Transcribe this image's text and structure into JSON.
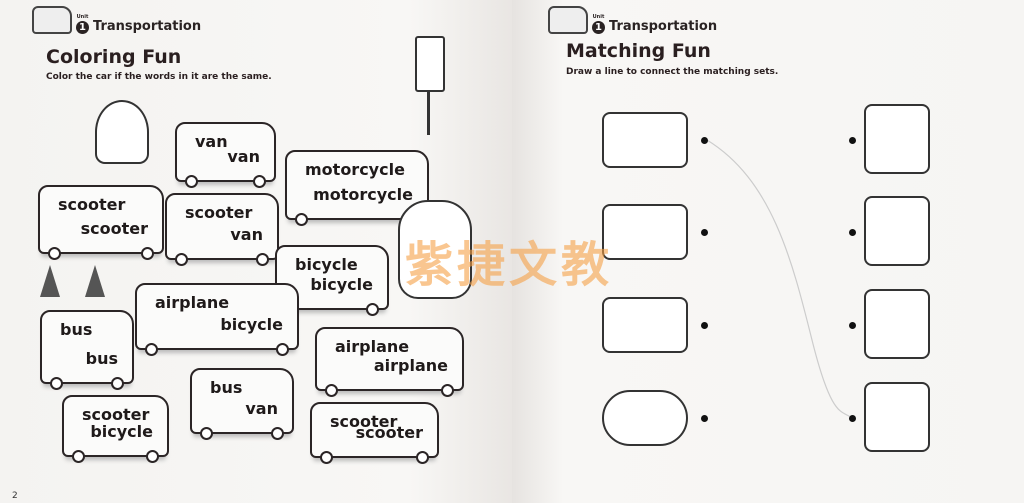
{
  "left_page": {
    "unit_label": "Unit",
    "unit_number": "1",
    "unit_title": "Transportation",
    "title": "Coloring Fun",
    "instruction": "Color the car if the words in it are the same.",
    "page_number": "2",
    "cars": [
      {
        "top": "van",
        "bottom": "van"
      },
      {
        "top": "motorcycle",
        "bottom": "motorcycle"
      },
      {
        "top": "scooter",
        "bottom": "scooter"
      },
      {
        "top": "scooter",
        "bottom": "van"
      },
      {
        "top": "bicycle",
        "bottom": "bicycle"
      },
      {
        "top": "airplane",
        "bottom": "bicycle"
      },
      {
        "top": "bus",
        "bottom": "bus"
      },
      {
        "top": "airplane",
        "bottom": "airplane"
      },
      {
        "top": "bus",
        "bottom": "van"
      },
      {
        "top": "scooter",
        "bottom": "bicycle"
      },
      {
        "top": "scooter",
        "bottom": "scooter"
      }
    ]
  },
  "right_page": {
    "unit_label": "Unit",
    "unit_number": "1",
    "unit_title": "Transportation",
    "title": "Matching Fun",
    "instruction": "Draw a line to connect the matching sets.",
    "left_items": [
      "bus-icon",
      "motorcycle-icon",
      "bus-side-icon",
      "airplane-icon"
    ],
    "right_items": [
      "map-icon",
      "bus-stop-icon",
      "helmet-icon",
      "burning-building-icon"
    ]
  },
  "watermark": "紫捷文教"
}
